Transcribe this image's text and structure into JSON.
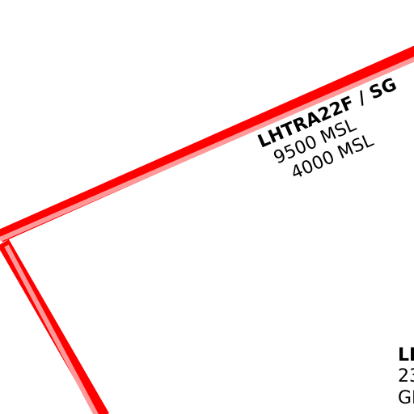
{
  "map": {
    "airspace_color": "#ff0000",
    "airspace_inner_color": "#ff9999",
    "airspaces": [
      {
        "name": "LHTRA22F / SG",
        "upper_limit": "9500 MSL",
        "lower_limit": "4000 MSL"
      },
      {
        "name": "LI",
        "upper_limit": "23",
        "lower_limit": "GN"
      }
    ]
  }
}
